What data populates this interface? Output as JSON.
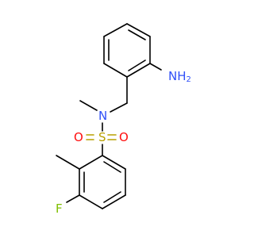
{
  "atoms": {
    "amine_n": "N",
    "amine_h": "H",
    "amine_h_count": "2",
    "amide_n": "N",
    "sulfur": "S",
    "oxygen_left": "O",
    "oxygen_right": "O",
    "fluorine": "F"
  },
  "colors": {
    "carbon": "#000000",
    "nitrogen": "#3050f8",
    "oxygen": "#ff0d0d",
    "sulfur": "#b8a000",
    "fluorine": "#7fbf00"
  }
}
